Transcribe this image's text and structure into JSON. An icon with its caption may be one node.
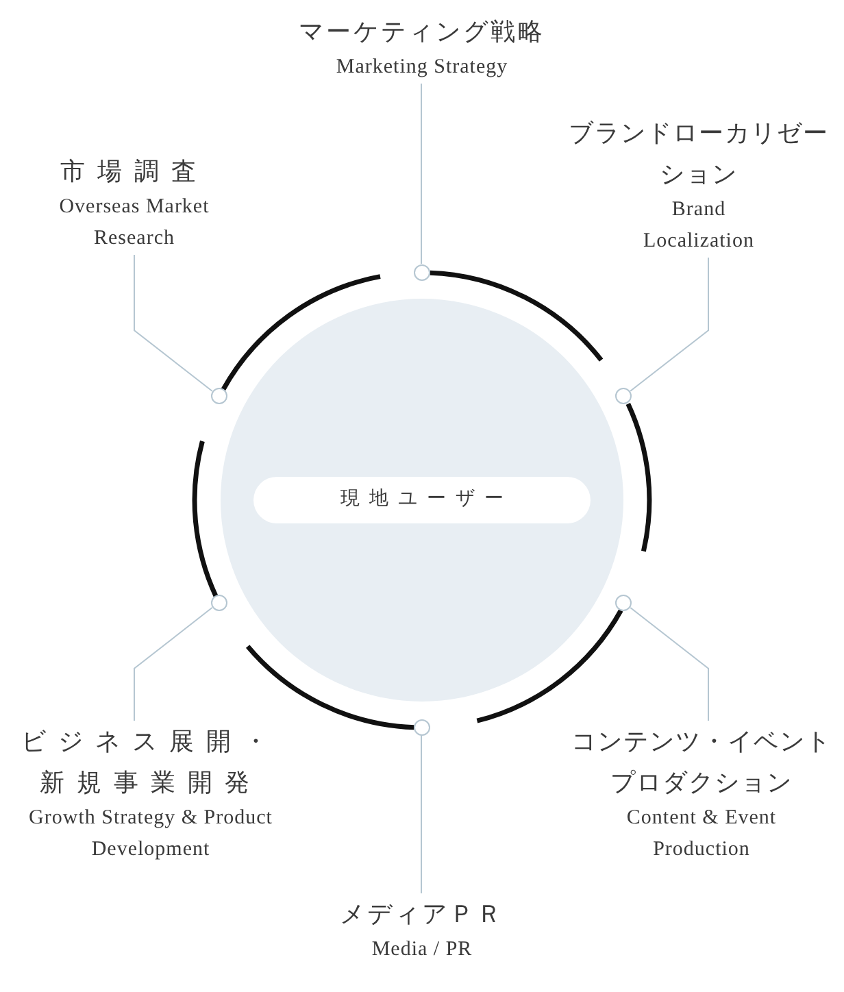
{
  "diagram": {
    "nodes": [
      {
        "text": [],
        "shape": "circle"
      },
      {
        "text": [
          "現地ユーザー"
        ],
        "in": 0
      },
      {
        "text": [
          "マーケティング戦略",
          "Marketing Strategy"
        ]
      },
      {
        "text": [],
        "shape": "circle"
      },
      {
        "text": [
          "市場調査",
          "Overseas Market Research"
        ]
      },
      {
        "text": [],
        "shape": "circle"
      },
      {
        "text": [
          "ブランドローカリゼーション",
          "Brand Localization"
        ]
      },
      {
        "text": [],
        "shape": "circle"
      },
      {
        "text": [
          "ビジネス展開・新規事業開発",
          "Growth Strategy & Product Development"
        ]
      },
      {
        "text": [],
        "shape": "circle"
      },
      {
        "text": [
          "コンテンツ・イベントプロダクション",
          "Content & Event Production"
        ]
      },
      {
        "text": [],
        "shape": "circle"
      },
      {
        "text": [
          "メディアＰＲ",
          "Media / PR"
        ]
      },
      {
        "text": [],
        "shape": "circle"
      }
    ],
    "edges": [
      {
        "from": 2,
        "to": 3,
        "arrow": "none"
      },
      {
        "from": 4,
        "to": 5,
        "arrow": "none"
      },
      {
        "from": 6,
        "to": 7,
        "arrow": "none"
      },
      {
        "from": 8,
        "to": 9,
        "arrow": "none"
      },
      {
        "from": 10,
        "to": 11,
        "arrow": "none"
      },
      {
        "from": 12,
        "to": 13,
        "arrow": "none"
      }
    ]
  }
}
